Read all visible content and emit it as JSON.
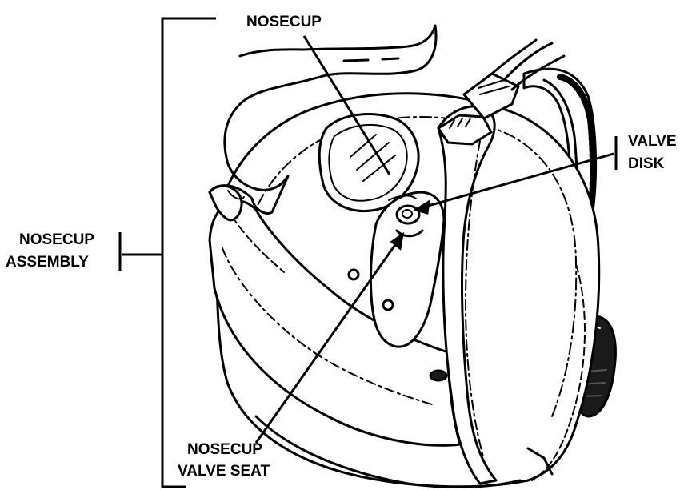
{
  "labels": {
    "nosecup": "NOSECUP",
    "valve_disk": [
      "VALVE",
      "DISK"
    ],
    "nosecup_assembly": [
      "NOSECUP",
      "ASSEMBLY"
    ],
    "nosecup_valve_seat": [
      "NOSECUP",
      "VALVE SEAT"
    ]
  },
  "colors": {
    "ink": "#000000",
    "paper": "#ffffff"
  }
}
